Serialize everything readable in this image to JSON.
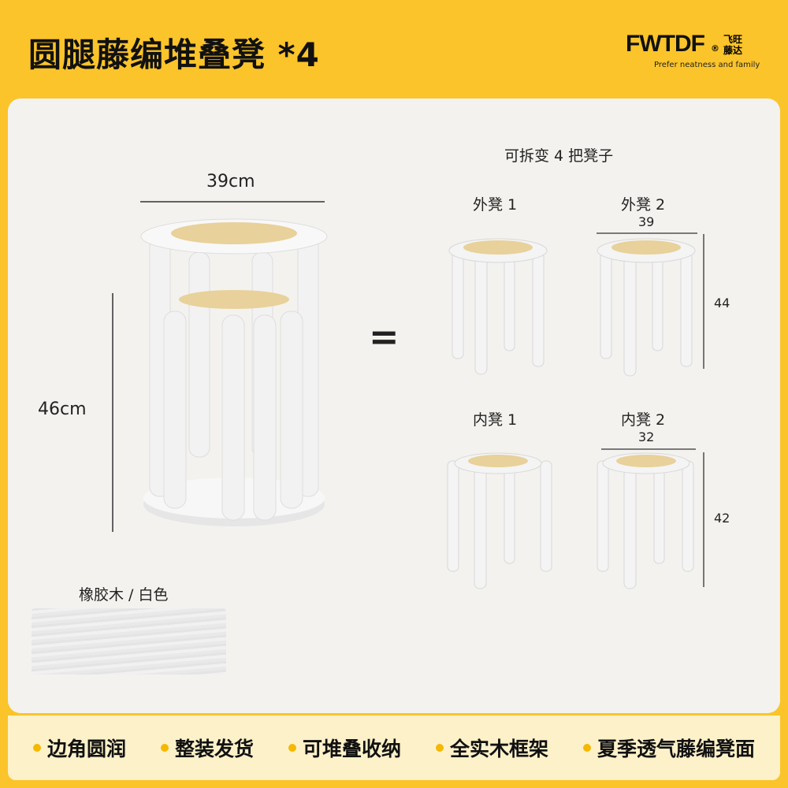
{
  "header": {
    "title": "圆腿藤编堆叠凳 *4",
    "logo": {
      "mark": "FWTDF",
      "reg": "®",
      "cn": "飞旺藤达",
      "tagline": "Prefer neatness and family"
    }
  },
  "main": {
    "stacked": {
      "width_label": "39cm",
      "height_label": "46cm"
    },
    "equals": "=",
    "caption": "可拆变 4 把凳子",
    "stools": [
      {
        "label": "外凳 1"
      },
      {
        "label": "外凳 2",
        "width": "39",
        "height": "44"
      },
      {
        "label": "内凳 1"
      },
      {
        "label": "内凳 2",
        "width": "32",
        "height": "42"
      }
    ],
    "material": "橡胶木 / 白色"
  },
  "features": [
    "边角圆润",
    "整装发货",
    "可堆叠收纳",
    "全实木框架",
    "夏季透气藤编凳面"
  ],
  "colors": {
    "background": "#fbc42a",
    "panel": "#f3f2ef",
    "bar": "#fdf1c9",
    "bullet": "#f5b800"
  }
}
